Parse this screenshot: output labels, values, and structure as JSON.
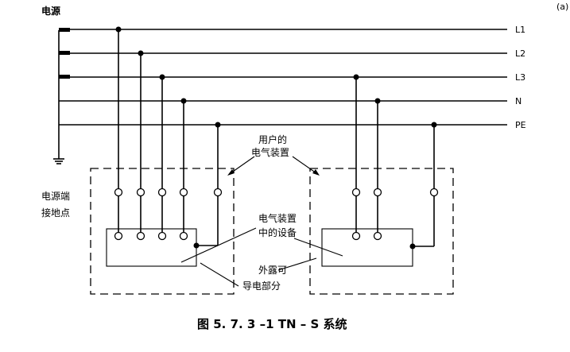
{
  "labels": {
    "source": "电源",
    "source_earth_line1": "电源端",
    "source_earth_line2": "接地点",
    "user_device_line1": "用户的",
    "user_device_line2": "电气装置",
    "equipment_line1": "电气装置",
    "equipment_line2": "中的设备",
    "exposed_line1": "外露可",
    "exposed_line2": "导电部分",
    "caption": "图 5. 7. 3 –1    TN – S 系统"
  },
  "lines": [
    "L1",
    "L2",
    "L3",
    "N",
    "PE"
  ],
  "corner_mark": "(a)"
}
